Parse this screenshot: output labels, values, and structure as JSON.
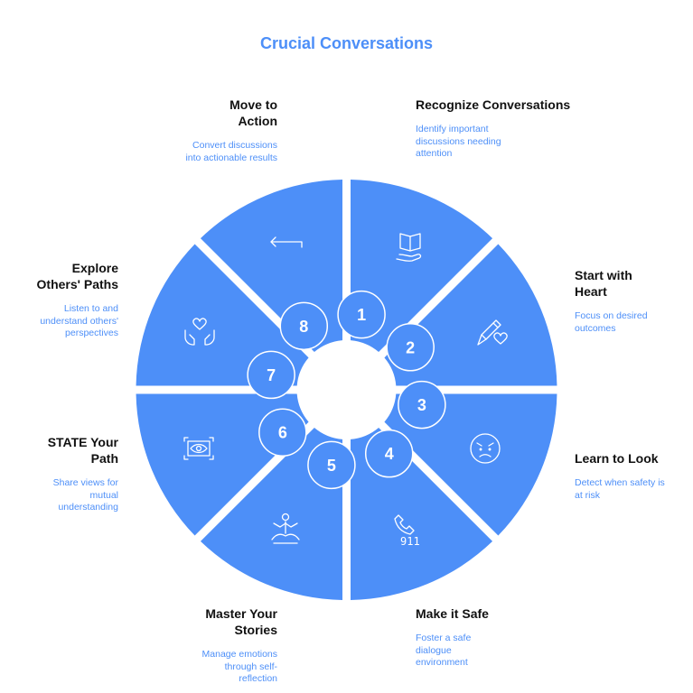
{
  "title": "Crucial Conversations",
  "colors": {
    "accent": "#4d8ff8",
    "segment": "#4d8ff8",
    "heading": "#111111",
    "description": "#4d8ff8"
  },
  "steps": [
    {
      "number": "1",
      "title": "Recognize Conversations",
      "description": "Identify important discussions needing attention",
      "icon": "open-book-hand-icon"
    },
    {
      "number": "2",
      "title": "Start with Heart",
      "description": "Focus on desired outcomes",
      "icon": "pencil-heart-icon"
    },
    {
      "number": "3",
      "title": "Learn to Look",
      "description": "Detect when safety is at risk",
      "icon": "worried-face-icon"
    },
    {
      "number": "4",
      "title": "Make it Safe",
      "description": "Foster a safe dialogue environment",
      "icon": "phone-911-icon",
      "icon_text": "911"
    },
    {
      "number": "5",
      "title": "Master Your Stories",
      "description": "Manage emotions through self-reflection",
      "icon": "meditation-icon"
    },
    {
      "number": "6",
      "title": "STATE Your Path",
      "description": "Share views for mutual understanding",
      "icon": "eye-frame-icon"
    },
    {
      "number": "7",
      "title": "Explore Others' Paths",
      "description": "Listen to and understand others' perspectives",
      "icon": "hands-heart-icon"
    },
    {
      "number": "8",
      "title": "Move to Action",
      "description": "Convert discussions into actionable results",
      "icon": "arrow-left-return-icon"
    }
  ]
}
